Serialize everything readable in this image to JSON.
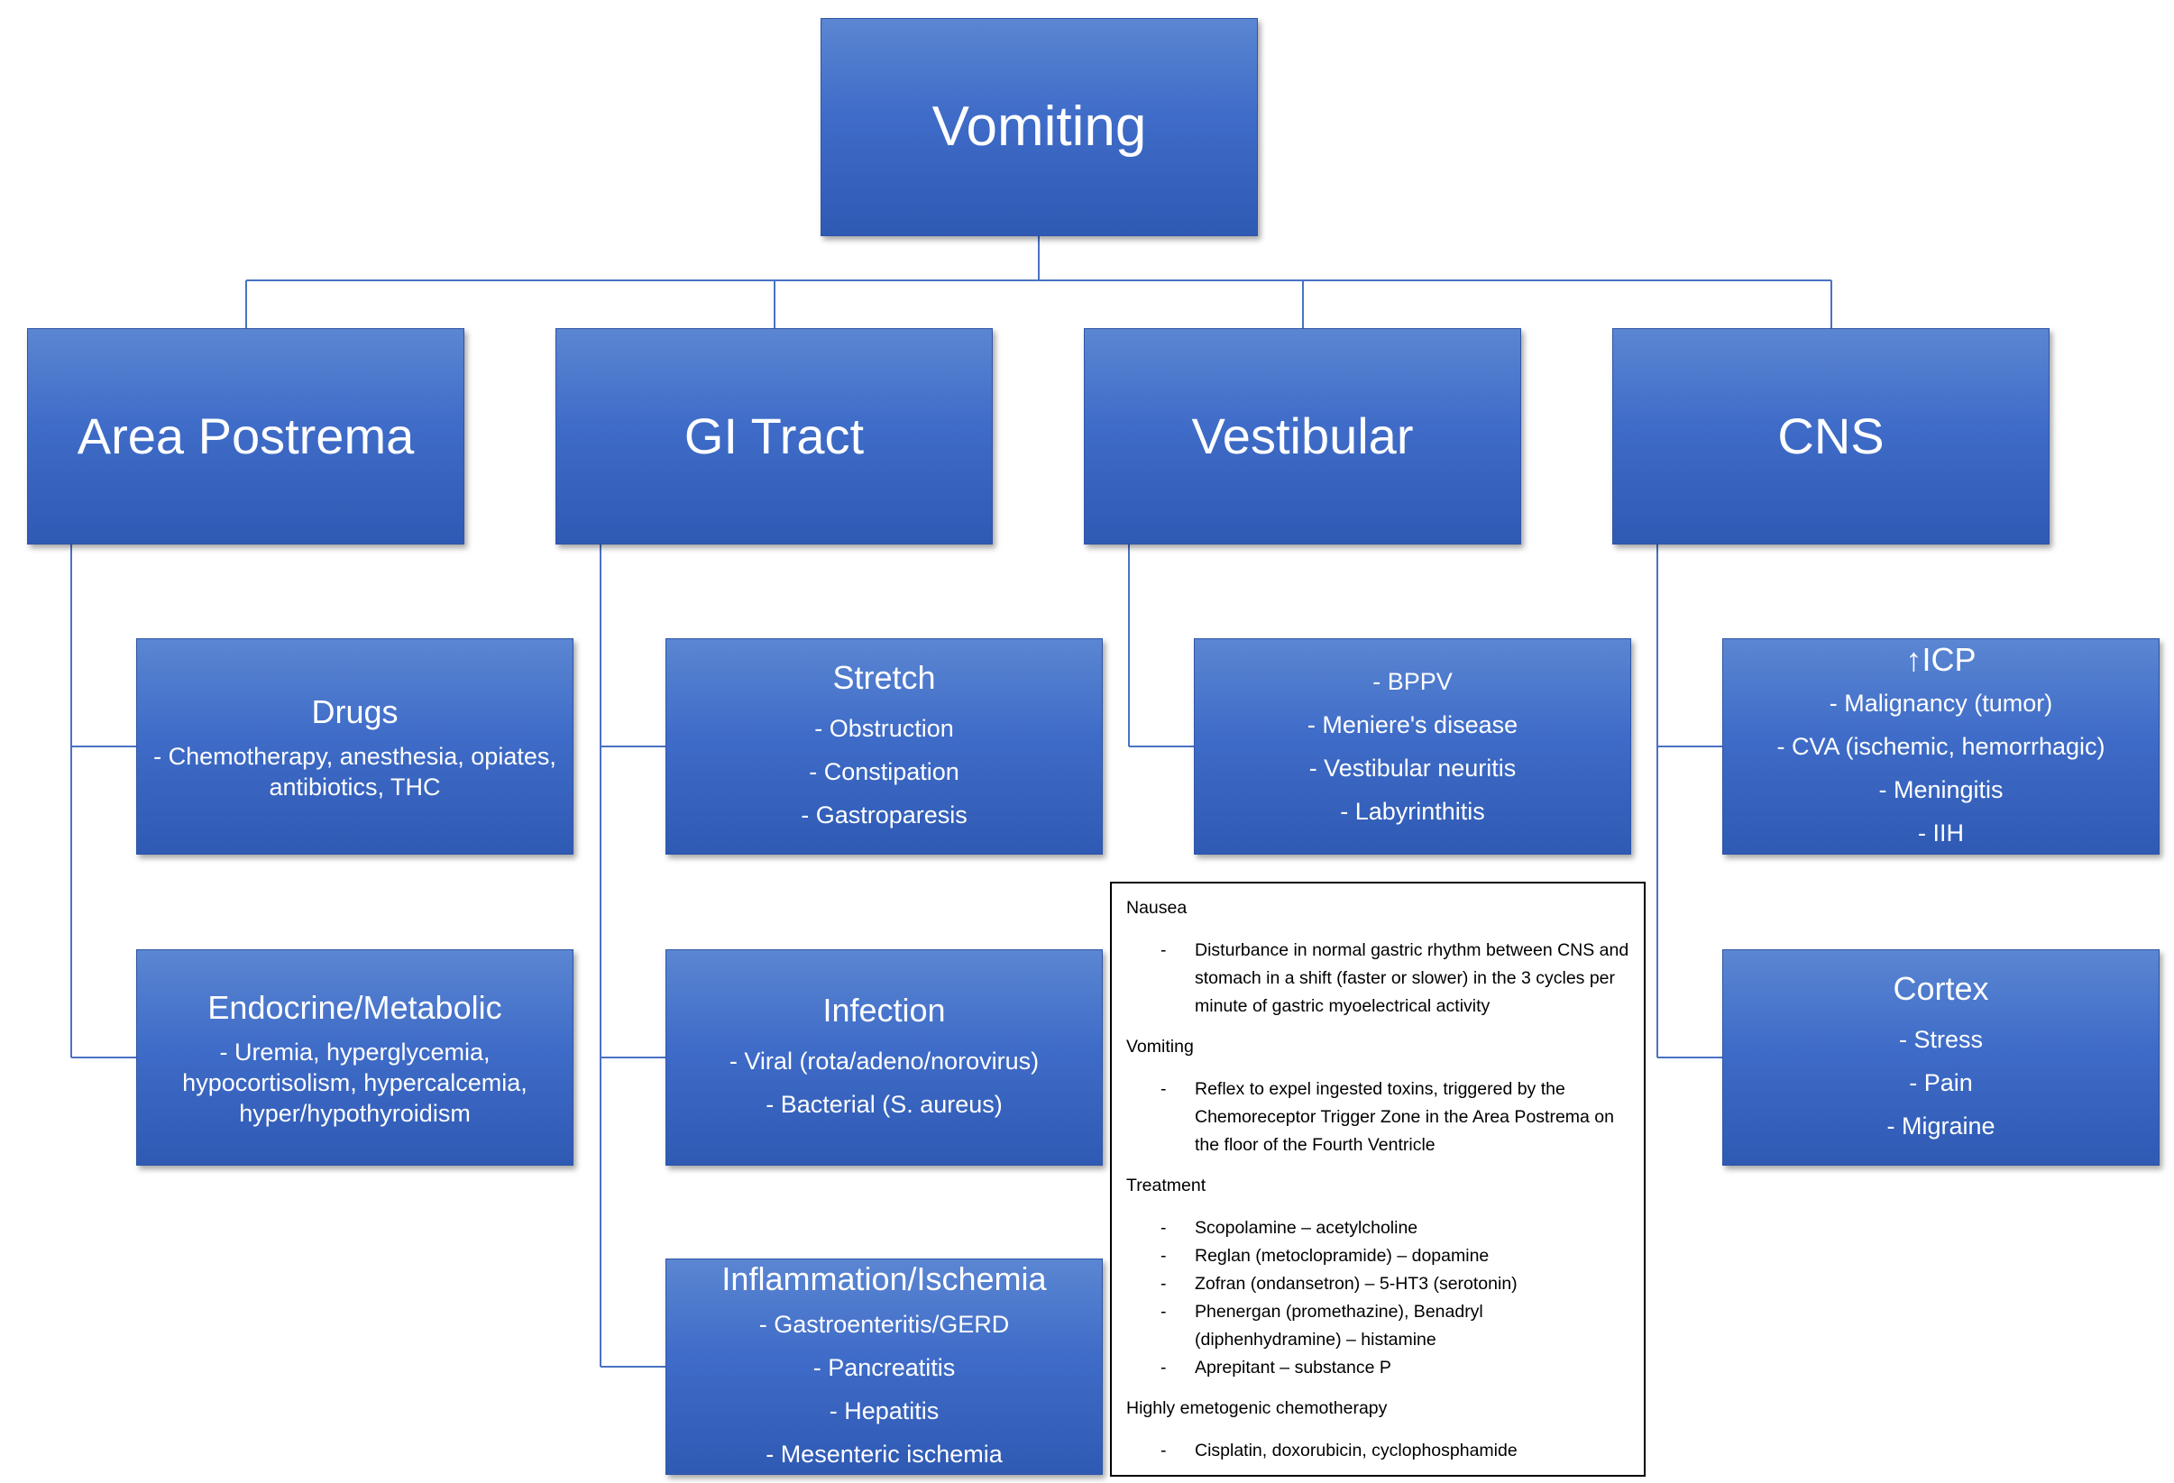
{
  "root": {
    "label": "Vomiting"
  },
  "categories": {
    "area_postrema": "Area Postrema",
    "gi_tract": "GI Tract",
    "vestibular": "Vestibular",
    "cns": "CNS"
  },
  "area_postrema": {
    "drugs": {
      "title": "Drugs",
      "items": [
        "- Chemotherapy, anesthesia, opiates, antibiotics, THC"
      ]
    },
    "endocrine": {
      "title": "Endocrine/Metabolic",
      "items": [
        "- Uremia, hyperglycemia, hypocortisolism, hypercalcemia, hyper/hypothyroidism"
      ]
    }
  },
  "gi_tract": {
    "stretch": {
      "title": "Stretch",
      "items": [
        "- Obstruction",
        "- Constipation",
        "- Gastroparesis"
      ]
    },
    "infection": {
      "title": "Infection",
      "items": [
        "- Viral (rota/adeno/norovirus)",
        "- Bacterial (S. aureus)"
      ]
    },
    "inflammation": {
      "title": "Inflammation/Ischemia",
      "items": [
        "- Gastroenteritis/GERD",
        "- Pancreatitis",
        "- Hepatitis",
        "- Mesenteric ischemia"
      ]
    }
  },
  "vestibular": {
    "conditions": {
      "items": [
        "- BPPV",
        "- Meniere's disease",
        "- Vestibular neuritis",
        "- Labyrinthitis"
      ]
    }
  },
  "cns": {
    "icp": {
      "title": "↑ICP",
      "items": [
        "- Malignancy (tumor)",
        "- CVA (ischemic, hemorrhagic)",
        "- Meningitis",
        "- IIH"
      ]
    },
    "cortex": {
      "title": "Cortex",
      "items": [
        "- Stress",
        "- Pain",
        "- Migraine"
      ]
    }
  },
  "notes": {
    "sections": [
      {
        "heading": "Nausea",
        "items": [
          "Disturbance in normal gastric rhythm between CNS and stomach in a shift (faster or slower) in the 3 cycles per minute of gastric myoelectrical activity"
        ]
      },
      {
        "heading": "Vomiting",
        "items": [
          "Reflex to expel ingested toxins, triggered by the Chemoreceptor Trigger Zone in the Area Postrema on the floor of the Fourth Ventricle"
        ]
      },
      {
        "heading": "Treatment",
        "items": [
          "Scopolamine – acetylcholine",
          "Reglan (metoclopramide) – dopamine",
          "Zofran (ondansetron) – 5-HT3 (serotonin)",
          "Phenergan (promethazine), Benadryl (diphenhydramine) – histamine",
          "Aprepitant – substance P"
        ]
      },
      {
        "heading": "Highly emetogenic chemotherapy",
        "items": [
          "Cisplatin, doxorubicin, cyclophosphamide"
        ]
      }
    ]
  },
  "colors": {
    "box_top": "#5b86d2",
    "box_bottom": "#2f5ab4",
    "connector": "#4a72c4",
    "box_text": "#ffffff"
  }
}
